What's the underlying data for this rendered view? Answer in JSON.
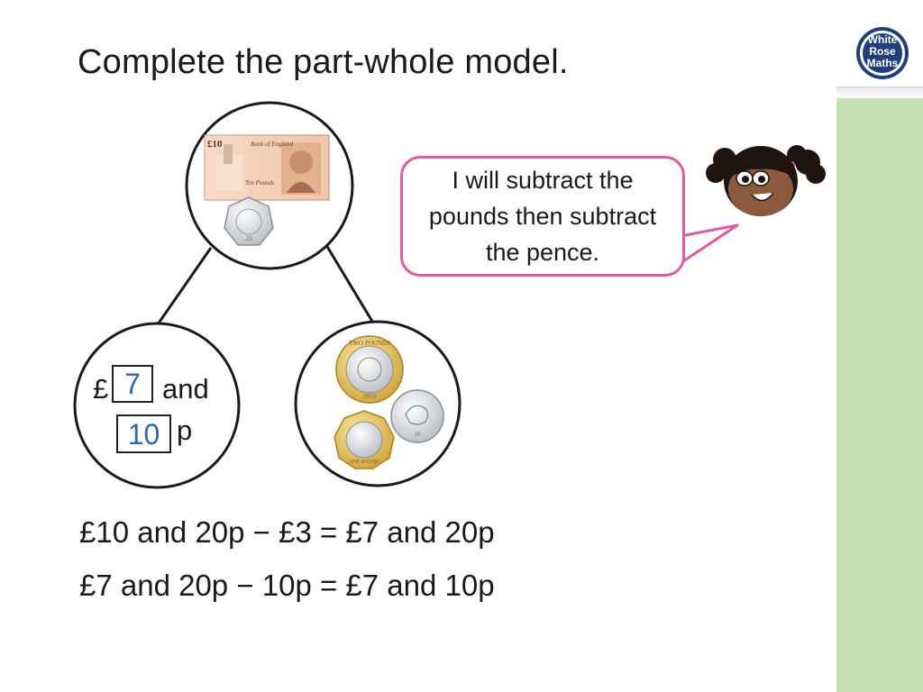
{
  "title": "Complete the part-whole model.",
  "logo": {
    "line1": "White",
    "line2": "Rose",
    "line3": "Maths"
  },
  "speech_bubble": {
    "text": "I will subtract the pounds then subtract the pence."
  },
  "whole": {
    "note_label": "£10",
    "note_text": "Bank of England",
    "note_small": "Ten Pounds",
    "coin_label": "20"
  },
  "part_left": {
    "pound_sign": "£",
    "and_word": "and",
    "pence_word": "p",
    "pounds_answer": "7",
    "pence_answer": "10"
  },
  "part_right": {
    "coin1_text": "TWO POUNDS",
    "coin1_year": "2010",
    "coin2_text": "ONE POUND",
    "coin3_label": "10"
  },
  "equations": [
    {
      "text": "£10 and 20p − £3 = £7 and 20p"
    },
    {
      "text": "£7 and 20p − 10p = £7 and 10p"
    }
  ],
  "colors": {
    "accent_pink": "#e05aa0",
    "sidebar_green": "#c5e0b4",
    "answer_blue": "#2f66b3",
    "logo_navy": "#1f3f7a"
  },
  "icons": [
    "white-rose-maths-logo",
    "ten-pound-note",
    "twenty-pence-coin",
    "two-pound-coin",
    "one-pound-coin",
    "ten-pence-coin",
    "girl-character"
  ]
}
